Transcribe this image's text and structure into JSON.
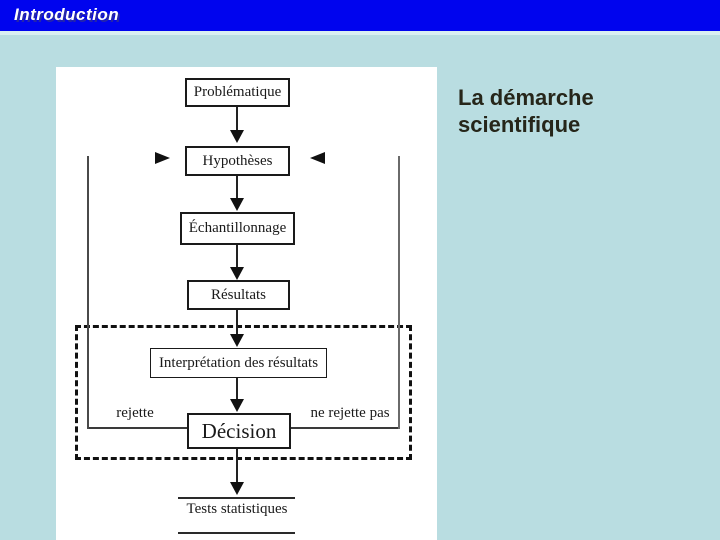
{
  "header": {
    "title": "Introduction"
  },
  "slide_title": {
    "line1": "La démarche",
    "line2": "scientifique"
  },
  "flowchart": {
    "nodes": [
      {
        "id": "problematique",
        "label": "Problématique"
      },
      {
        "id": "hypotheses",
        "label": "Hypothèses"
      },
      {
        "id": "echantillonnage",
        "label": "Échantillonnage"
      },
      {
        "id": "resultats",
        "label": "Résultats"
      },
      {
        "id": "interpretation",
        "label": "Interprétation des résultats"
      },
      {
        "id": "decision",
        "label": "Décision"
      },
      {
        "id": "tests",
        "label": "Tests statistiques"
      }
    ],
    "branch_labels": {
      "left": "rejette",
      "right": "ne rejette pas"
    }
  },
  "colors": {
    "header_background": "#0004ee",
    "page_background": "#b9dde1",
    "panel_background": "#ffffff",
    "title_text": "#26261a",
    "diagram_lines": "#1a1a1a"
  }
}
